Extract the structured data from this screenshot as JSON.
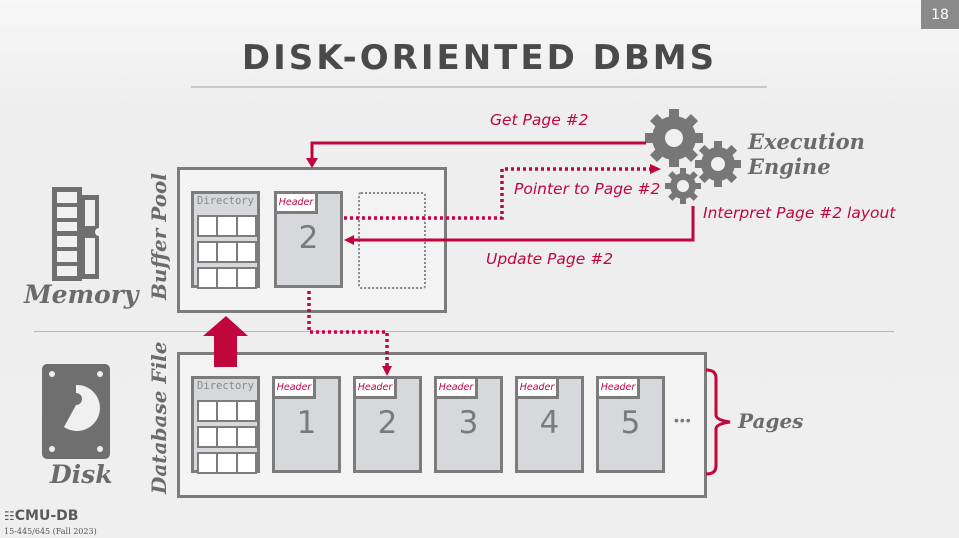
{
  "slide": {
    "number": "18",
    "title": "DISK-ORIENTED DBMS"
  },
  "labels": {
    "memory": "Memory",
    "disk": "Disk",
    "buffer_pool": "Buffer Pool",
    "database_file": "Database File",
    "execution_engine_line1": "Execution",
    "execution_engine_line2": "Engine",
    "pages": "Pages",
    "ellipsis": "•••"
  },
  "arrows": {
    "get_page": "Get Page #2",
    "pointer": "Pointer to Page #2",
    "interpret": "Interpret Page #2 layout",
    "update": "Update Page #2"
  },
  "buffer_pool": {
    "directory_label": "Directory",
    "page": {
      "header": "Header",
      "number": "2"
    }
  },
  "database_file": {
    "directory_label": "Directory",
    "pages": [
      {
        "header": "Header",
        "number": "1"
      },
      {
        "header": "Header",
        "number": "2"
      },
      {
        "header": "Header",
        "number": "3"
      },
      {
        "header": "Header",
        "number": "4"
      },
      {
        "header": "Header",
        "number": "5"
      }
    ]
  },
  "footer": {
    "logo": "CMU-DB",
    "course": "15-445/645 (Fall 2023)"
  },
  "colors": {
    "accent": "#c0063d",
    "gray": "#7c7c7c"
  }
}
